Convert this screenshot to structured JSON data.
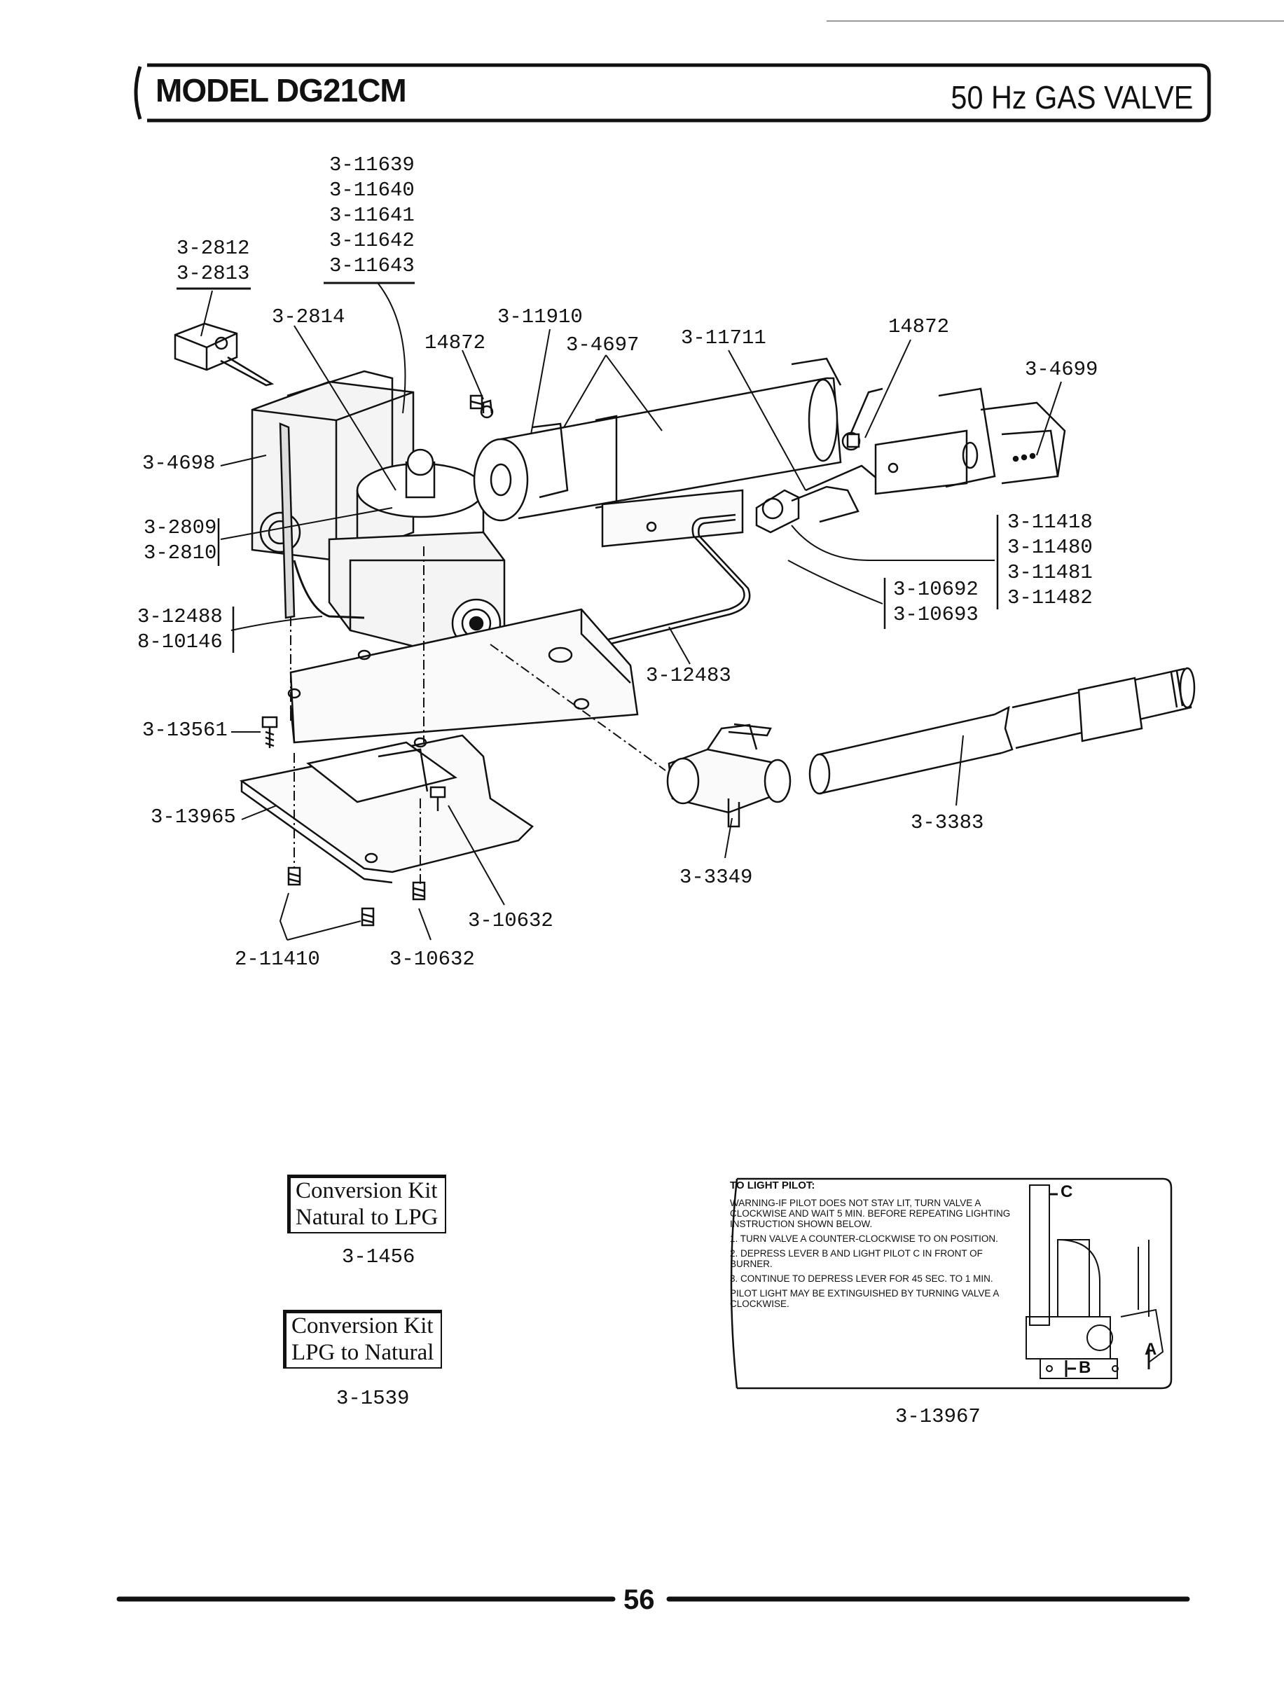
{
  "header": {
    "model": "MODEL DG21CM",
    "section": "50 Hz GAS VALVE"
  },
  "parts": {
    "p_11639_group": [
      "3-11639",
      "3-11640",
      "3-11641",
      "3-11642",
      "3-11643"
    ],
    "p_2812_group": [
      "3-2812",
      "3-2813"
    ],
    "p_2814": "3-2814",
    "p_11910": "3-11910",
    "p_14872_a": "14872",
    "p_4697": "3-4697",
    "p_11711": "3-11711",
    "p_14872_b": "14872",
    "p_4699": "3-4699",
    "p_4698": "3-4698",
    "p_2809_group": [
      "3-2809",
      "3-2810"
    ],
    "p_12488_group": [
      "3-12488",
      "8-10146"
    ],
    "p_11418_group": [
      "3-11418",
      "3-11480",
      "3-11481",
      "3-11482"
    ],
    "p_10692_group": [
      "3-10692",
      "3-10693"
    ],
    "p_12483": "3-12483",
    "p_13561": "3-13561",
    "p_13965": "3-13965",
    "p_3383": "3-3383",
    "p_3349": "3-3349",
    "p_10632_a": "3-10632",
    "p_11410": "2-11410",
    "p_10632_b": "3-10632"
  },
  "kits": {
    "kit1": {
      "line1": "Conversion Kit",
      "line2": "Natural to LPG",
      "part": "3-1456"
    },
    "kit2": {
      "line1": "Conversion Kit",
      "line2": "LPG to Natural",
      "part": "3-1539"
    }
  },
  "instructions": {
    "title": "TO LIGHT PILOT:",
    "warning": "WARNING-IF PILOT DOES NOT STAY LIT, TURN VALVE A CLOCKWISE AND WAIT 5 MIN. BEFORE REPEATING LIGHTING INSTRUCTION SHOWN BELOW.",
    "step1": "1. TURN VALVE A COUNTER-CLOCKWISE TO ON POSITION.",
    "step2": "2. DEPRESS LEVER B AND LIGHT PILOT C IN FRONT OF BURNER.",
    "step3": "3. CONTINUE TO DEPRESS LEVER FOR 45 SEC. TO 1 MIN.",
    "note": "PILOT LIGHT MAY BE EXTINGUISHED BY TURNING VALVE A CLOCKWISE.",
    "mark_a": "A",
    "mark_b": "B",
    "mark_c": "C",
    "part": "3-13967"
  },
  "footer": {
    "page": "56"
  }
}
